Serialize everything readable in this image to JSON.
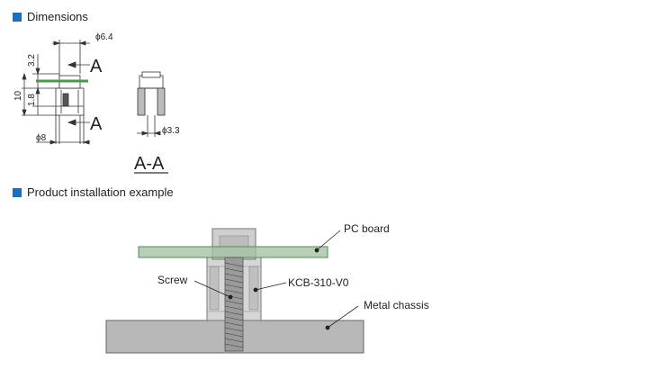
{
  "accent_color": "#1a6fbf",
  "sections": {
    "dimensions": {
      "title": "Dimensions"
    },
    "installation": {
      "title": "Product installation example"
    }
  },
  "dimensions": {
    "dia_top": "ϕ6.4",
    "height_3_2": "3.2",
    "height_10": "10",
    "height_1_8": "1.8",
    "dia_bottom": "ϕ8",
    "section_marker_top": "A",
    "section_marker_bottom": "A",
    "dia_hole": "ϕ3.3",
    "section_label": "A-A"
  },
  "installation": {
    "pc_board": "PC board",
    "screw": "Screw",
    "part": "KCB-310-V0",
    "chassis": "Metal chassis"
  }
}
